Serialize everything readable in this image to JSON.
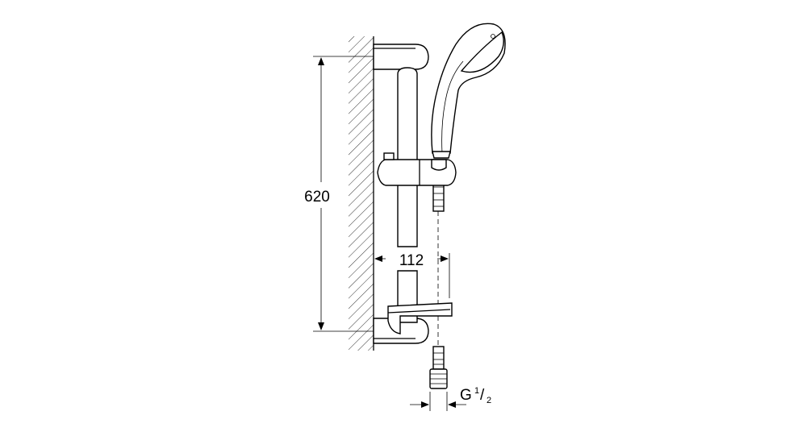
{
  "dimensions": {
    "height_label": "620",
    "depth_label": "112",
    "thread_label_prefix": "G",
    "thread_numerator": "1",
    "thread_denominator": "2"
  },
  "colors": {
    "line": "#000000",
    "background": "#ffffff"
  }
}
